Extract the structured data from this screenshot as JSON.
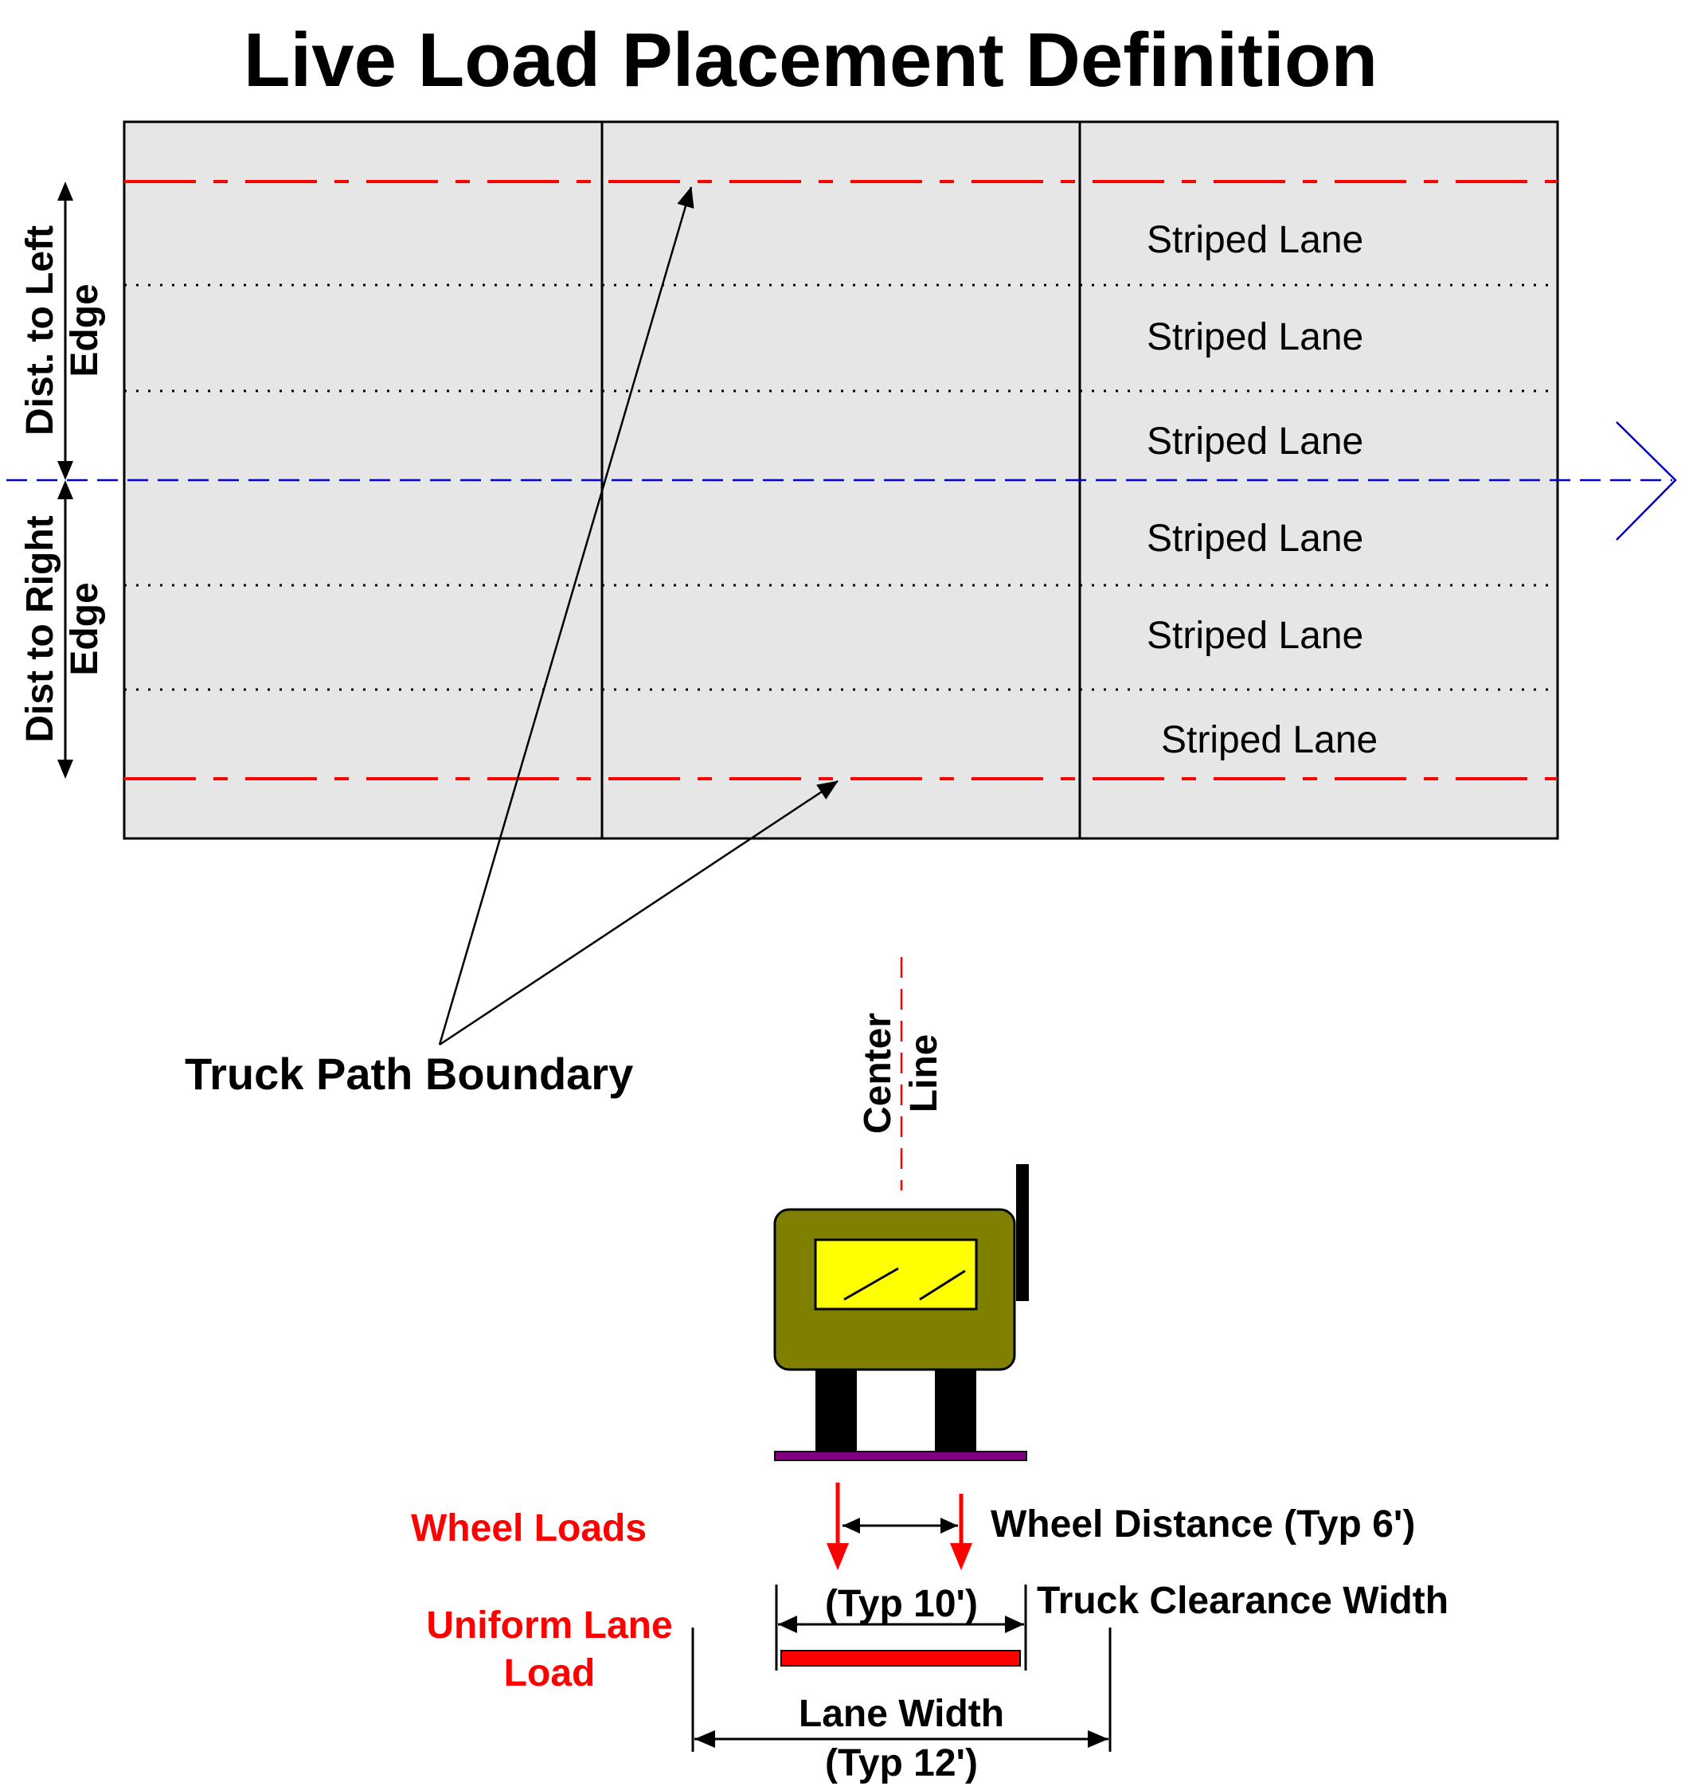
{
  "title": "Live Load Placement Definition",
  "lanes": [
    {
      "label": "Striped Lane"
    },
    {
      "label": "Striped Lane"
    },
    {
      "label": "Striped Lane"
    },
    {
      "label": "Striped Lane"
    },
    {
      "label": "Striped Lane"
    },
    {
      "label": "Striped Lane"
    }
  ],
  "left_dim": {
    "line1": "Dist. to Left",
    "line2": "Edge"
  },
  "right_dim": {
    "line1": "Dist to Right",
    "line2": "Edge"
  },
  "truck_path_label": "Truck Path Boundary",
  "center_line": {
    "line1": "Center",
    "line2": "Line"
  },
  "wheel_loads_label": "Wheel Loads",
  "wheel_distance_label": "Wheel Distance (Typ 6')",
  "uniform_lane_load": {
    "line1": "Uniform Lane",
    "line2": "Load"
  },
  "truck_clearance": {
    "typ": "(Typ 10')",
    "label": "Truck Clearance Width"
  },
  "lane_width": {
    "line1": "Lane Width",
    "line2": "(Typ 12')"
  },
  "colors": {
    "deck": "#e6e6e6",
    "truck_path": "#ff0000",
    "centerline": "#0000cc",
    "truck_body": "#808000",
    "window": "#ffff00",
    "axle": "#800080",
    "load": "#ff0000"
  }
}
